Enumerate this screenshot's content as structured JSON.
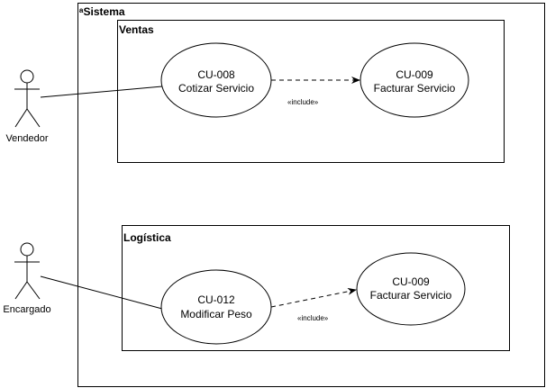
{
  "system": {
    "title": "ᵃSistema"
  },
  "packages": [
    {
      "title": "Ventas",
      "use_cases": [
        {
          "id": "CU-008",
          "name": "Cotizar Servicio"
        },
        {
          "id": "CU-009",
          "name": "Facturar Servicio"
        }
      ],
      "relation": "«include»"
    },
    {
      "title": "Logística",
      "use_cases": [
        {
          "id": "CU-012",
          "name": "Modificar Peso"
        },
        {
          "id": "CU-009",
          "name": "Facturar Servicio"
        }
      ],
      "relation": "«include»"
    }
  ],
  "actors": [
    {
      "name": "Vendedor"
    },
    {
      "name": "Encargado"
    }
  ]
}
